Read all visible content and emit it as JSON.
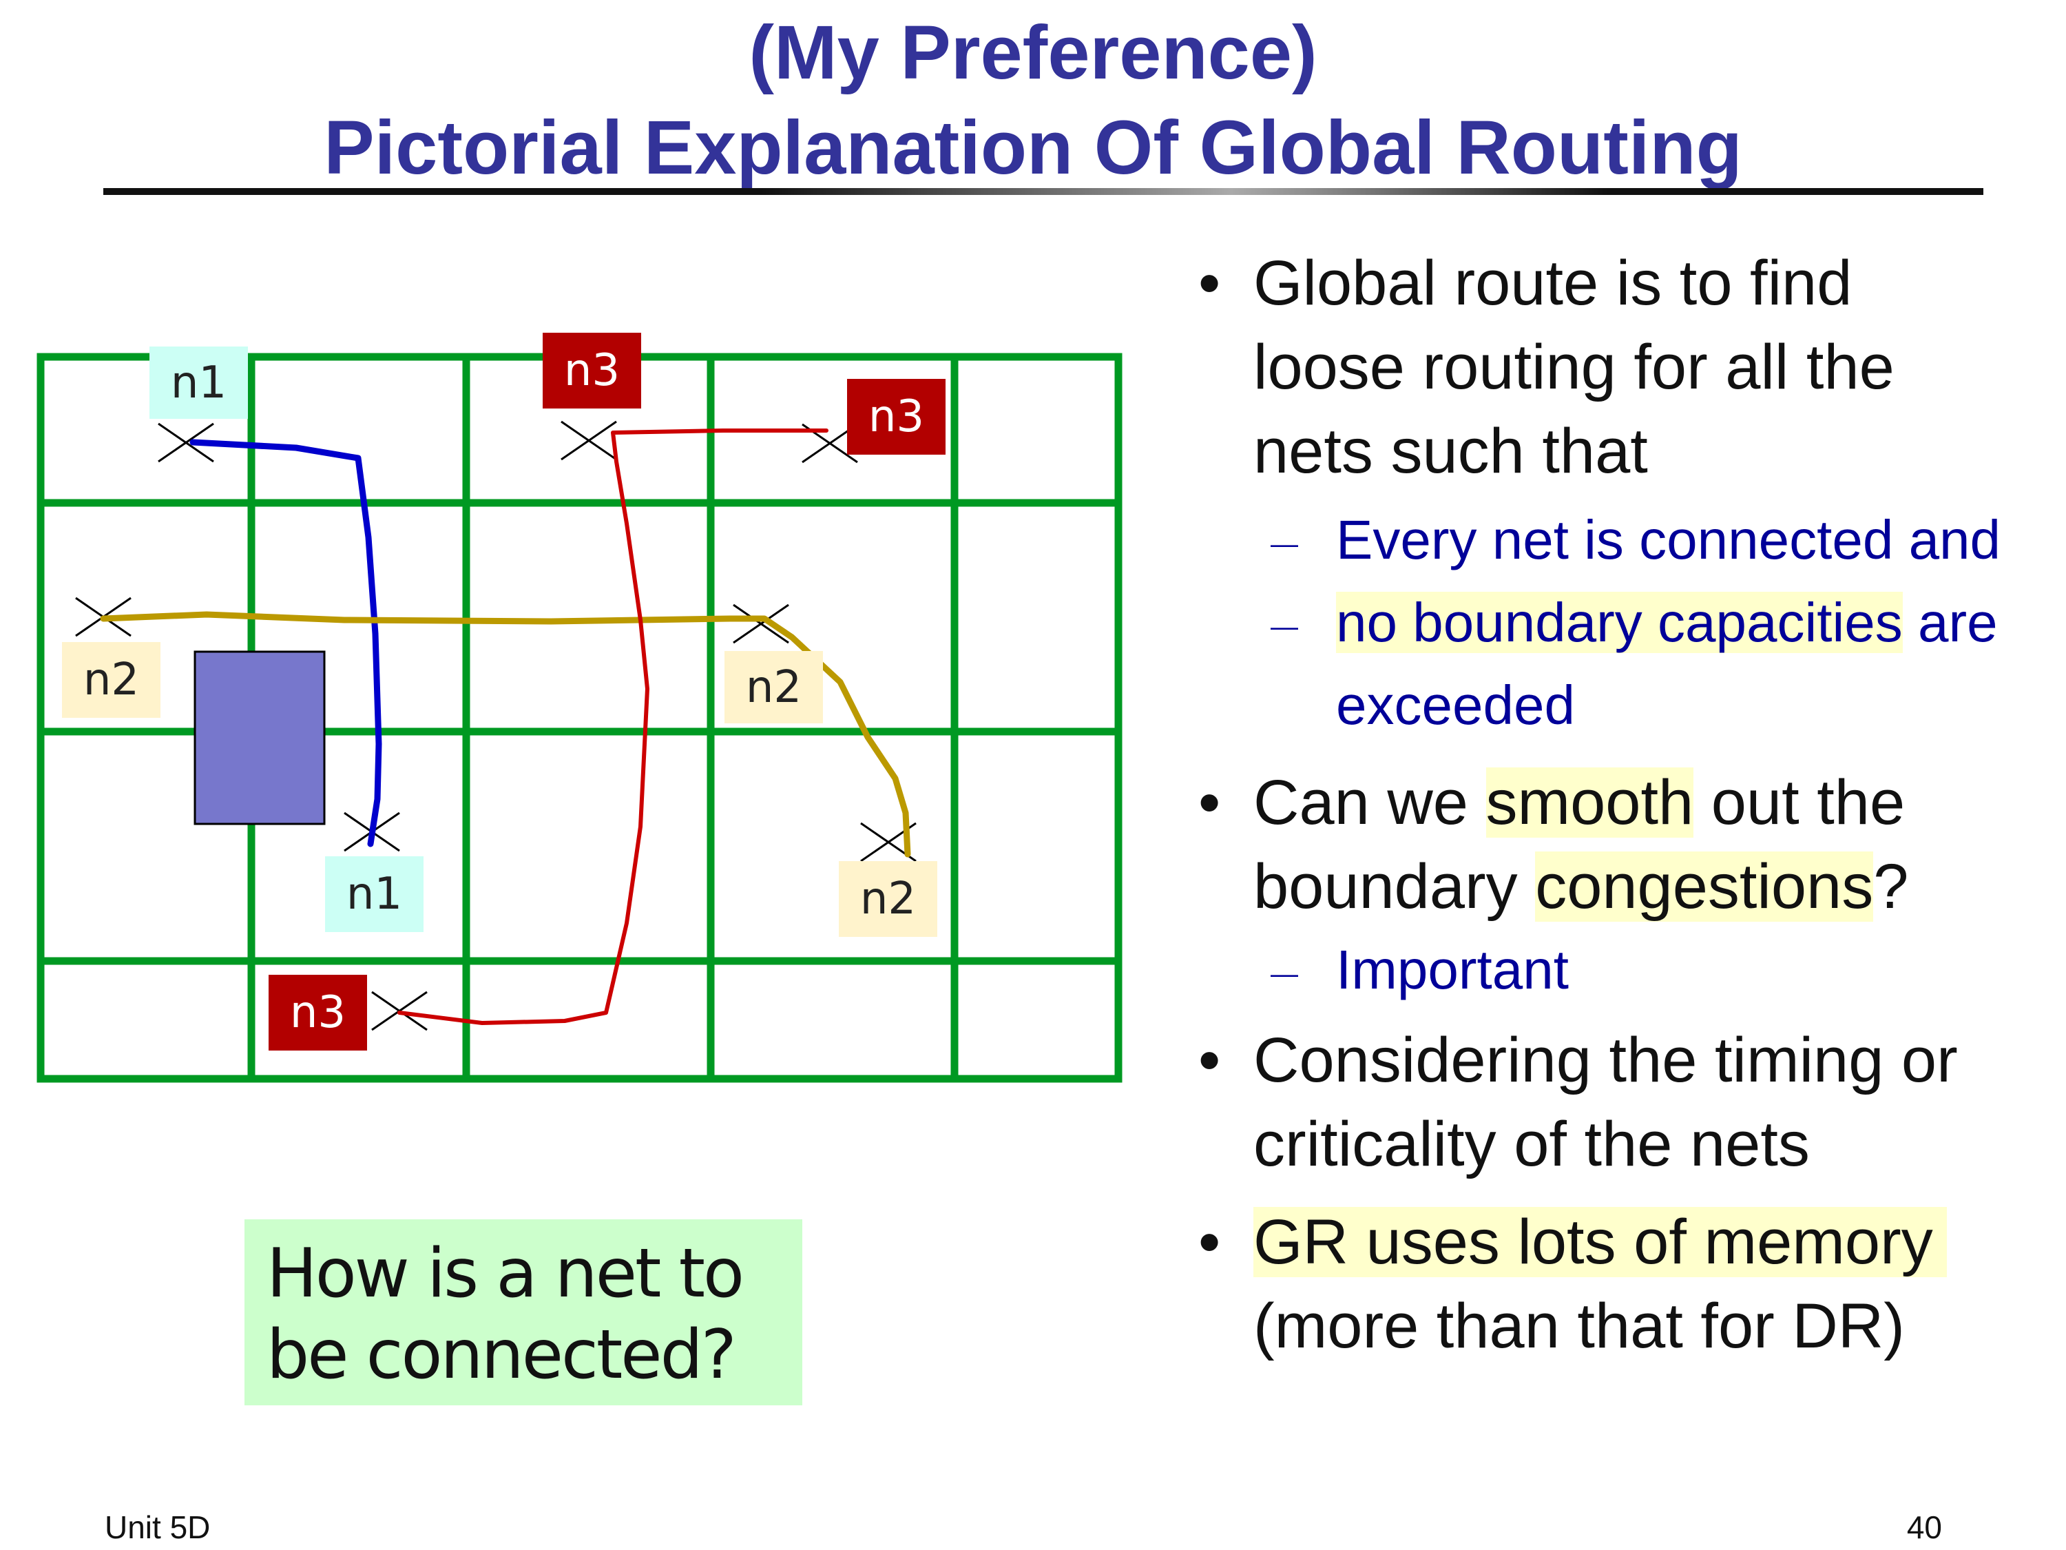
{
  "slide": {
    "title_line1": "(My Preference)",
    "title_line2": "Pictorial Explanation Of Global Routing",
    "footer_left": "Unit 5D",
    "page_number": "40"
  },
  "diagram": {
    "labels": {
      "n1_top": "n1",
      "n1_bottom": "n1",
      "n2_left": "n2",
      "n2_mid": "n2",
      "n2_right": "n2",
      "n3_top_left": "n3",
      "n3_top_right": "n3",
      "n3_bottom": "n3"
    },
    "colors": {
      "grid": "#009922",
      "n1_route": "#0000cc",
      "n2_route": "#bb9900",
      "n3_route": "#cc0000",
      "obstacle": "#7777cc",
      "n1_label_bg": "#ccfff5",
      "n2_label_bg": "#fff3cc",
      "n3_label_bg": "#b20000"
    }
  },
  "bullets": {
    "b1": {
      "line1": "Global route is to find",
      "line2": "loose routing for all the",
      "line3": "nets such that"
    },
    "b1_sub1": "Every net is connected and",
    "b1_sub2_highlight": "no boundary capacities",
    "b1_sub2_rest": " are",
    "b1_sub2_line2": "exceeded",
    "b2": {
      "pre": "Can we ",
      "hl1": "smooth",
      "mid": " out the",
      "line2_pre": "boundary ",
      "hl2": "congestions",
      "post": "?"
    },
    "b2_sub1": "Important",
    "b3": {
      "line1": "Considering the timing or",
      "line2": "criticality of the nets"
    },
    "b4": {
      "highlight": "GR uses lots of memory",
      "line2": "(more than that for DR)"
    }
  },
  "callout": {
    "line1": "How is a net to",
    "line2": "be connected?"
  }
}
